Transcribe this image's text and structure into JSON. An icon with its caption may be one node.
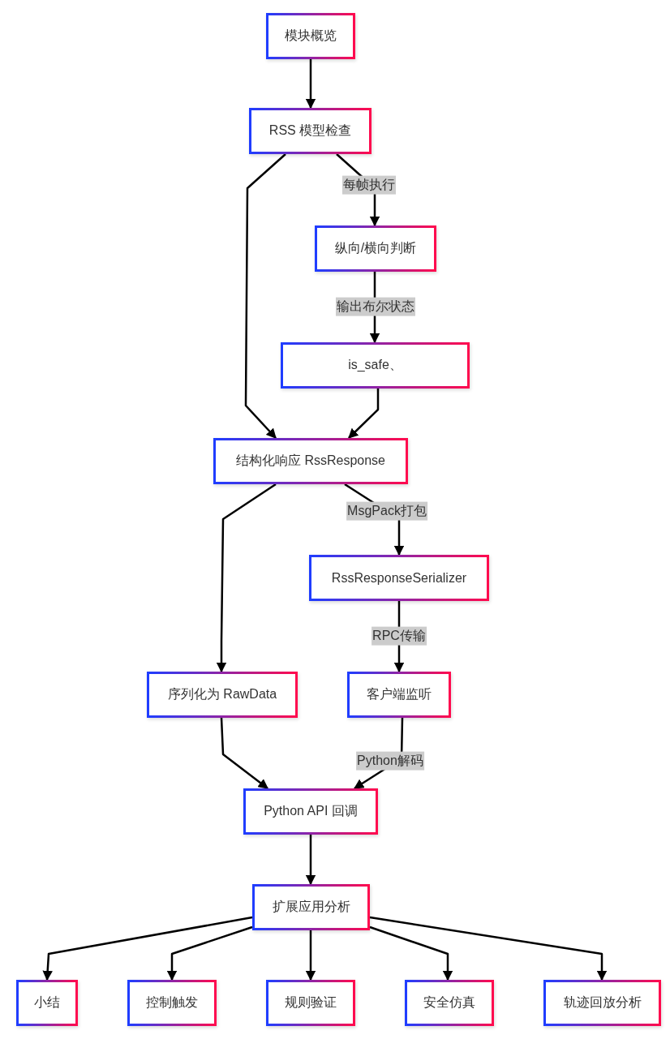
{
  "diagram": {
    "nodes": [
      {
        "text": [
          "模块概览"
        ]
      },
      {
        "text": [
          "RSS 模型检查"
        ]
      },
      {
        "text": [
          "纵向/横向判断"
        ]
      },
      {
        "text": [
          "is_safe、"
        ]
      },
      {
        "text": [
          "结构化响应 RssResponse"
        ]
      },
      {
        "text": [
          "RssResponseSerializer"
        ]
      },
      {
        "text": [
          "序列化为 RawData"
        ]
      },
      {
        "text": [
          "客户端监听"
        ]
      },
      {
        "text": [
          "Python API 回调"
        ]
      },
      {
        "text": [
          "扩展应用分析"
        ]
      },
      {
        "text": [
          "小结"
        ]
      },
      {
        "text": [
          "控制触发"
        ]
      },
      {
        "text": [
          "规则验证"
        ]
      },
      {
        "text": [
          "安全仿真"
        ]
      },
      {
        "text": [
          "轨迹回放分析"
        ]
      }
    ],
    "edges": [
      {
        "from": 0,
        "to": 1,
        "arrow": "to"
      },
      {
        "from": 1,
        "to": 4,
        "arrow": "to"
      },
      {
        "from": 1,
        "to": 2,
        "arrow": "to",
        "label": "每帧执行"
      },
      {
        "from": 2,
        "to": 3,
        "arrow": "to",
        "label": "输出布尔状态"
      },
      {
        "from": 3,
        "to": 4,
        "arrow": "to"
      },
      {
        "from": 4,
        "to": 6,
        "arrow": "to"
      },
      {
        "from": 4,
        "to": 5,
        "arrow": "to",
        "label": "MsgPack打包"
      },
      {
        "from": 5,
        "to": 7,
        "arrow": "to",
        "label": "RPC传输"
      },
      {
        "from": 6,
        "to": 8,
        "arrow": "to"
      },
      {
        "from": 7,
        "to": 8,
        "arrow": "to",
        "label": "Python解码"
      },
      {
        "from": 8,
        "to": 9,
        "arrow": "to"
      },
      {
        "from": 9,
        "to": 10,
        "arrow": "to"
      },
      {
        "from": 9,
        "to": 11,
        "arrow": "to"
      },
      {
        "from": 9,
        "to": 12,
        "arrow": "to"
      },
      {
        "from": 9,
        "to": 13,
        "arrow": "to"
      },
      {
        "from": 9,
        "to": 14,
        "arrow": "to"
      }
    ]
  }
}
